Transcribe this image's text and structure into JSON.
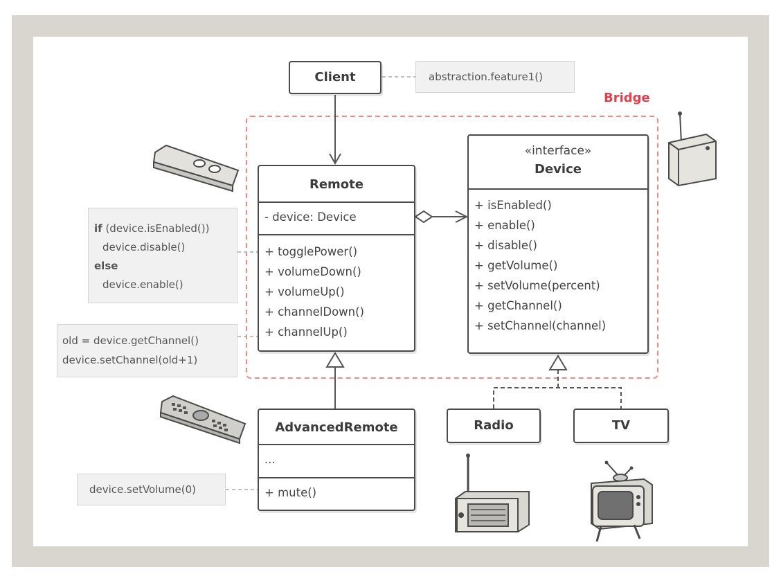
{
  "bridge_label": "Bridge",
  "client": {
    "title": "Client"
  },
  "client_note": "abstraction.feature1()",
  "remote": {
    "title": "Remote",
    "field": "- device: Device",
    "methods": [
      "+ togglePower()",
      "+ volumeDown()",
      "+ volumeUp()",
      "+ channelDown()",
      "+ channelUp()"
    ]
  },
  "device": {
    "stereotype": "«interface»",
    "title": "Device",
    "methods": [
      "+ isEnabled()",
      "+ enable()",
      "+ disable()",
      "+ getVolume()",
      "+ setVolume(percent)",
      "+ getChannel()",
      "+ setChannel(channel)"
    ]
  },
  "advanced_remote": {
    "title": "AdvancedRemote",
    "field": "...",
    "method": "+ mute()"
  },
  "radio": {
    "title": "Radio"
  },
  "tv": {
    "title": "TV"
  },
  "toggle_note": {
    "line1_kw": "if",
    "line1": " (device.isEnabled())",
    "line2": "device.disable()",
    "line3_kw": "else",
    "line4": "device.enable()"
  },
  "channel_note": {
    "line1": "old = device.getChannel()",
    "line2": "device.setChannel(old+1)"
  },
  "mute_note": "device.setVolume(0)",
  "colors": {
    "bridge": "#e0404b",
    "dashed_border": "#f08a80",
    "frame": "#d9d6cf",
    "note_bg": "#f1f1f1"
  },
  "icons": [
    "remote-control-icon",
    "advanced-remote-icon",
    "device-box-icon",
    "radio-icon",
    "tv-icon"
  ]
}
